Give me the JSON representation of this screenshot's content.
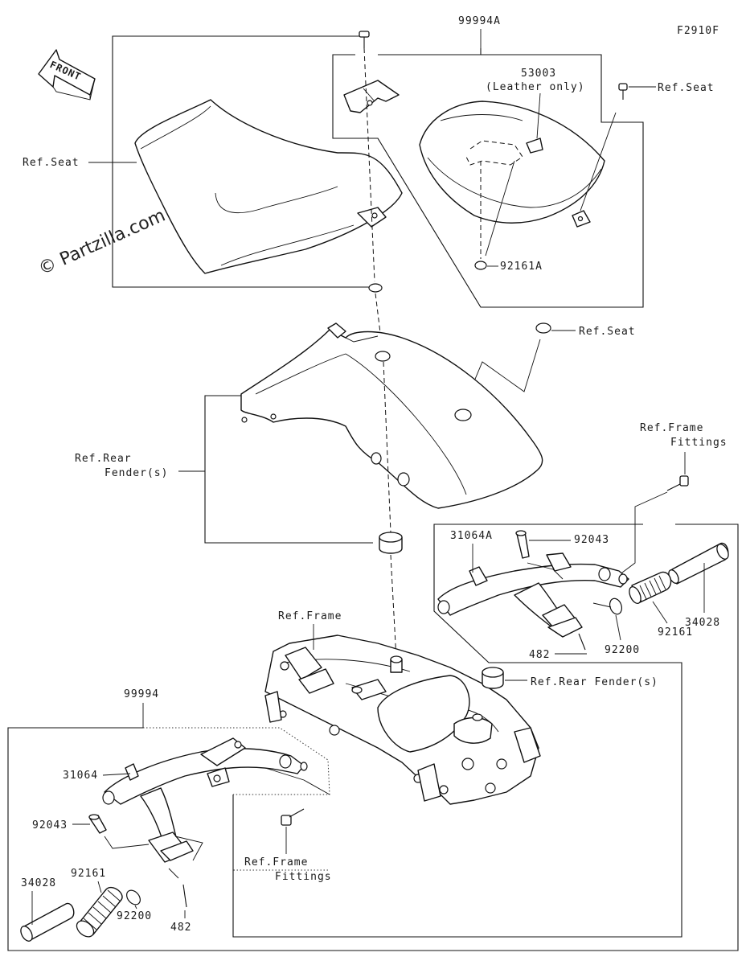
{
  "diagram_code": "F2910F",
  "watermark": "© Partzilla.com",
  "front_arrow_label": "FRONT",
  "labels": {
    "p99994A": "99994A",
    "p53003": "53003",
    "leather_only": "(Leather only)",
    "ref_seat_top_right": "Ref.Seat",
    "ref_seat_left": "Ref.Seat",
    "p92161A": "92161A",
    "ref_seat_mid": "Ref.Seat",
    "ref_rear_fender_line1": "Ref.Rear",
    "ref_rear_fender_line2": "Fender(s)",
    "ref_frame_fittings_right_line1": "Ref.Frame",
    "ref_frame_fittings_right_line2": "Fittings",
    "p31064A": "31064A",
    "p92043_right": "92043",
    "p34028_right": "34028",
    "p92161_right": "92161",
    "p92200_right": "92200",
    "p482_right": "482",
    "ref_frame": "Ref.Frame",
    "ref_rear_fender_s": "Ref.Rear Fender(s)",
    "p99994": "99994",
    "p31064": "31064",
    "p92043_left": "92043",
    "p92161_left": "92161",
    "p34028_left": "34028",
    "p92200_left": "92200",
    "p482_left": "482",
    "ref_frame_fittings_bottom_line1": "Ref.Frame",
    "ref_frame_fittings_bottom_line2": "Fittings"
  }
}
